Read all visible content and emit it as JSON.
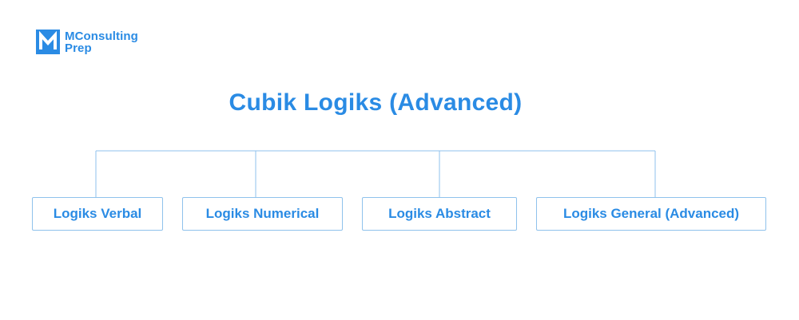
{
  "brand": {
    "line1": "MConsulting",
    "line2": "Prep",
    "color": "#2a8be4"
  },
  "diagram": {
    "root": "Cubik Logiks (Advanced)",
    "children": [
      "Logiks Verbal",
      "Logiks Numerical",
      "Logiks Abstract",
      "Logiks General (Advanced)"
    ],
    "line_color": "#8fc2ec"
  }
}
